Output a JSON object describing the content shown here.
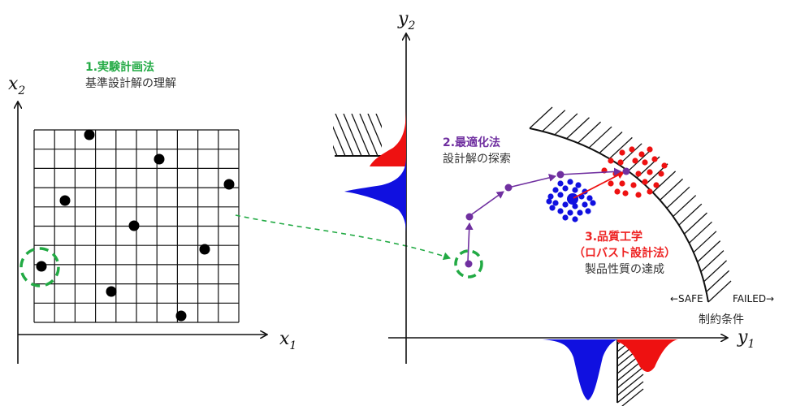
{
  "axes": {
    "left_x": "x",
    "left_x_sub": "1",
    "left_y": "x",
    "left_y_sub": "2",
    "right_x": "y",
    "right_x_sub": "1",
    "right_y": "y",
    "right_y_sub": "2"
  },
  "steps": {
    "doe": {
      "title": "1.実験計画法",
      "subtitle": "基準設計解の理解",
      "color": "#22aa44"
    },
    "opt": {
      "title": "2.最適化法",
      "subtitle": "設計解の探索",
      "color": "#7030a0"
    },
    "robust": {
      "title1": "3.品質工学",
      "title2": "（ロバスト設計法）",
      "subtitle": "製品性質の達成",
      "color": "#ee2222"
    }
  },
  "constraint": {
    "safe": "←SAFE",
    "failed": "FAILED→",
    "label": "制約条件"
  },
  "colors": {
    "blue": "#1010e0",
    "red": "#ee1111",
    "purple": "#7030a0",
    "green": "#22aa44"
  }
}
